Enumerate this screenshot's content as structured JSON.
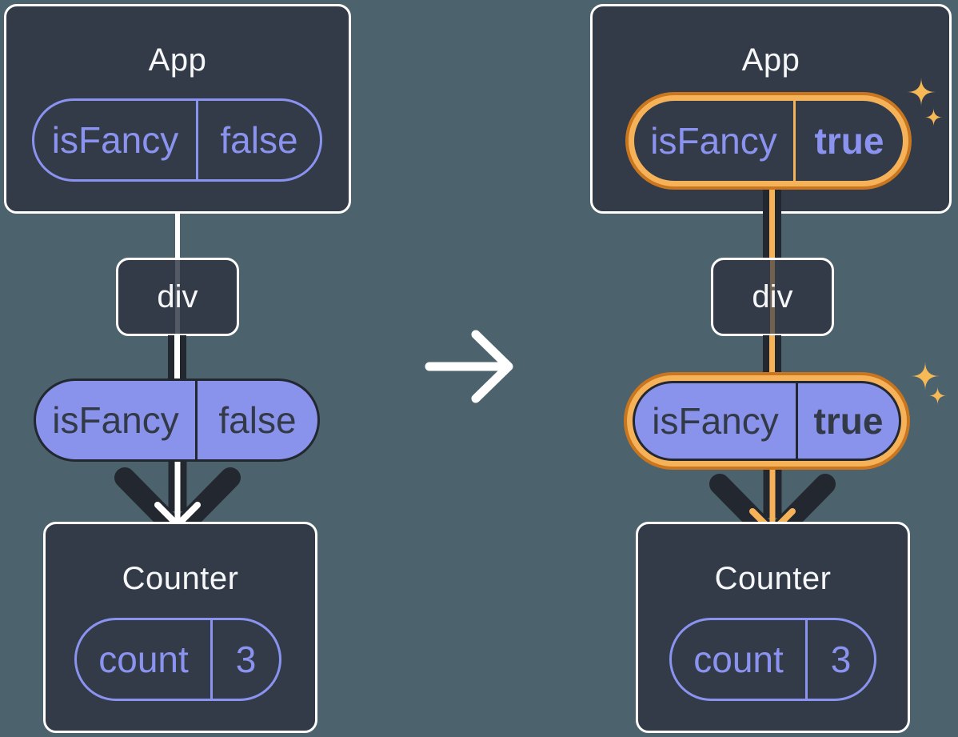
{
  "left_tree": {
    "app": {
      "title": "App",
      "state_pill": {
        "key": "isFancy",
        "value": "false"
      }
    },
    "div": {
      "label": "div"
    },
    "prop_pill": {
      "key": "isFancy",
      "value": "false"
    },
    "counter": {
      "title": "Counter",
      "state_pill": {
        "key": "count",
        "value": "3"
      }
    }
  },
  "right_tree": {
    "app": {
      "title": "App",
      "state_pill": {
        "key": "isFancy",
        "value": "true"
      }
    },
    "div": {
      "label": "div"
    },
    "prop_pill": {
      "key": "isFancy",
      "value": "true"
    },
    "counter": {
      "title": "Counter",
      "state_pill": {
        "key": "count",
        "value": "3"
      }
    }
  },
  "icons": {
    "transition_arrow": "right-arrow",
    "sparkle": "four-point-star"
  },
  "colors": {
    "background": "#4c636e",
    "card": "#343b48",
    "card_border": "#ffffff",
    "purple": "#8b93f0",
    "purple_fill": "#8a93ec",
    "dark_stroke": "#23272f",
    "orange_ring": "#c9761f",
    "orange_light": "#f6b259",
    "sparkle": "#f7b955"
  }
}
